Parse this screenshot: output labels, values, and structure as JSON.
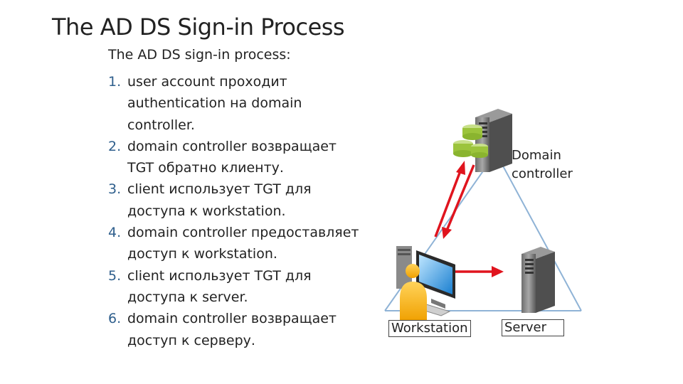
{
  "title": "The AD DS Sign-in Process",
  "intro": "The AD DS sign-in process:",
  "steps": [
    {
      "num": "1.",
      "lines": [
        "user account проходит",
        "authentication на domain",
        "controller."
      ]
    },
    {
      "num": "2.",
      "lines": [
        "domain controller возвращает",
        "TGT обратно клиенту."
      ]
    },
    {
      "num": "3.",
      "lines": [
        "client использует TGT для",
        "доступа к  workstation."
      ]
    },
    {
      "num": "4.",
      "lines": [
        "domain controller предоставляет",
        "доступ к workstation."
      ]
    },
    {
      "num": "5.",
      "lines": [
        "client использует TGT для",
        "доступа к server."
      ]
    },
    {
      "num": "6.",
      "lines": [
        "domain controller возвращает",
        "доступ к серверу."
      ]
    }
  ],
  "labels": {
    "dc_line1": "Domain",
    "dc_line2": "controller",
    "workstation": "Workstation",
    "server": "Server"
  },
  "colors": {
    "arrow": "#e0141e",
    "triangle": "#8fb3d6",
    "step_number": "#2e5e8c"
  }
}
